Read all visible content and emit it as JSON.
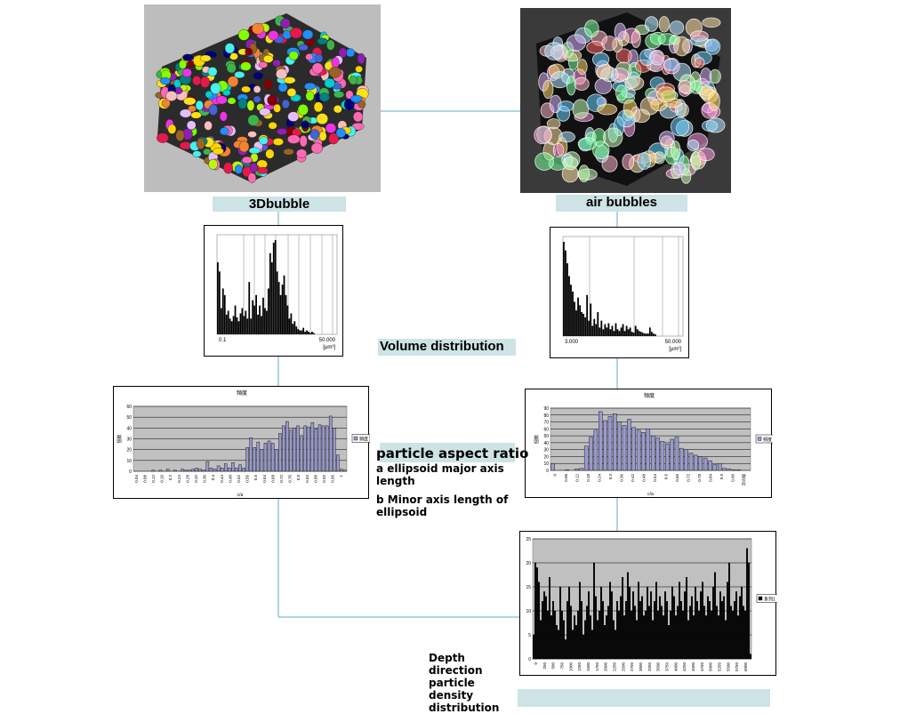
{
  "captions": {
    "bubble3d": "3Dbubble",
    "air_bubbles": "air bubbles",
    "volume_distribution": "Volume distribution",
    "aspect_ratio_title": "particle aspect ratio",
    "aspect_a": "a  ellipsoid major  axis length",
    "aspect_b": "b  Minor axis length of ellipsoid",
    "depth": "Depth direction particle density distribution"
  },
  "chart_data": [
    {
      "id": "vol-left",
      "type": "bar",
      "title": "",
      "xtick_labels": [
        "0.1",
        "50.000"
      ],
      "unit_label": "[μm³]",
      "values": [
        55,
        48,
        20,
        35,
        30,
        15,
        18,
        12,
        10,
        14,
        22,
        13,
        10,
        16,
        20,
        14,
        18,
        12,
        40,
        12,
        26,
        22,
        30,
        15,
        22,
        14,
        28,
        20,
        18,
        35,
        62,
        55,
        70,
        72,
        48,
        40,
        30,
        38,
        45,
        30,
        22,
        12,
        16,
        8,
        10,
        6,
        4,
        3,
        3,
        5,
        2,
        3,
        2,
        1,
        2,
        1
      ]
    },
    {
      "id": "vol-right",
      "type": "bar",
      "title": "",
      "xtick_labels": [
        "3.000",
        "50.000"
      ],
      "unit_label": "[μm³]",
      "values": [
        110,
        100,
        85,
        70,
        60,
        52,
        40,
        30,
        45,
        36,
        28,
        26,
        22,
        48,
        18,
        38,
        12,
        20,
        14,
        28,
        10,
        18,
        8,
        14,
        10,
        15,
        8,
        12,
        6,
        15,
        8,
        6,
        10,
        14,
        6,
        12,
        8,
        10,
        5,
        4,
        12,
        8,
        6,
        5,
        4,
        3,
        3,
        3,
        10,
        5,
        3,
        2
      ]
    },
    {
      "id": "aspect-left",
      "type": "bar",
      "title": "頻度",
      "ylim": [
        0,
        60
      ],
      "yticks": [
        0,
        10,
        20,
        30,
        40,
        50,
        60
      ],
      "ylabel": "個数",
      "xlabel": "c/a",
      "xtick_labels": [
        "0.04",
        "0.08",
        "0.12",
        "0.16",
        "0.2",
        "0.24",
        "0.28",
        "0.32",
        "0.36",
        "0.4",
        "0.44",
        "0.48",
        "0.52",
        "0.56",
        "0.6",
        "0.64",
        "0.68",
        "0.72",
        "0.76",
        "0.8",
        "0.84",
        "0.88",
        "0.92",
        "0.96",
        "1"
      ],
      "legend": "頻度",
      "values": [
        0,
        0,
        0,
        0,
        0,
        1,
        0,
        1,
        0,
        2,
        0,
        1,
        0,
        2,
        1,
        1,
        2,
        3,
        2,
        1,
        9,
        3,
        2,
        5,
        3,
        7,
        3,
        8,
        3,
        6,
        3,
        22,
        31,
        22,
        27,
        20,
        26,
        28,
        26,
        20,
        35,
        42,
        46,
        38,
        40,
        42,
        33,
        42,
        41,
        45,
        39,
        43,
        42,
        42,
        51,
        40,
        15,
        2,
        1
      ]
    },
    {
      "id": "aspect-right",
      "type": "bar",
      "title": "頻度",
      "ylim": [
        0,
        90
      ],
      "yticks": [
        0,
        10,
        20,
        30,
        40,
        50,
        60,
        70,
        80,
        90
      ],
      "ylabel": "個数",
      "xlabel": "c/a",
      "xtick_labels": [
        "0",
        "0.06",
        "0.12",
        "0.18",
        "0.24",
        "0.3",
        "0.36",
        "0.42",
        "0.48",
        "0.54",
        "0.6",
        "0.66",
        "0.72",
        "0.78",
        "0.84",
        "0.9",
        "0.96",
        "次の級"
      ],
      "legend": "頻度",
      "values": [
        10,
        0,
        0,
        1,
        0,
        2,
        3,
        35,
        48,
        58,
        85,
        72,
        78,
        82,
        70,
        65,
        74,
        62,
        58,
        55,
        60,
        50,
        47,
        42,
        38,
        45,
        48,
        32,
        30,
        25,
        22,
        20,
        18,
        14,
        8,
        10,
        3,
        2,
        1,
        1,
        0,
        0
      ]
    },
    {
      "id": "depth",
      "type": "bar",
      "title": "",
      "ylim": [
        0,
        25
      ],
      "yticks": [
        0,
        5,
        10,
        15,
        20,
        25
      ],
      "xtick_labels": [
        "0",
        "250",
        "500",
        "750",
        "1000",
        "1250",
        "1500",
        "1750",
        "2000",
        "2250",
        "2500",
        "2750",
        "3000",
        "3250",
        "3500",
        "3750",
        "4000",
        "4250",
        "4500",
        "4750",
        "5000",
        "5250",
        "5500",
        "5750",
        "6000"
      ],
      "legend": "系列1",
      "values": [
        5,
        20,
        19,
        16,
        8,
        12,
        14,
        13,
        10,
        17,
        9,
        12,
        10,
        7,
        6,
        15,
        10,
        8,
        4,
        12,
        15,
        11,
        6,
        9,
        7,
        10,
        16,
        12,
        5,
        8,
        11,
        14,
        9,
        6,
        20,
        13,
        8,
        10,
        15,
        12,
        7,
        9,
        11,
        16,
        14,
        8,
        6,
        12,
        10,
        13,
        17,
        9,
        12,
        18,
        15,
        10,
        14,
        11,
        8,
        16,
        12,
        13,
        9,
        10,
        15,
        11,
        14,
        8,
        12,
        16,
        10,
        13,
        11,
        9,
        14,
        12,
        7,
        10,
        15,
        13,
        9,
        11,
        16,
        12,
        10,
        14,
        17,
        8,
        11,
        13,
        9,
        15,
        12,
        10,
        14,
        16,
        11,
        9,
        13,
        12,
        10,
        15,
        18,
        11,
        9,
        14,
        12,
        13,
        8,
        16,
        20,
        11,
        10,
        12,
        14,
        9,
        13,
        15,
        11,
        10,
        23,
        20,
        1
      ]
    }
  ]
}
